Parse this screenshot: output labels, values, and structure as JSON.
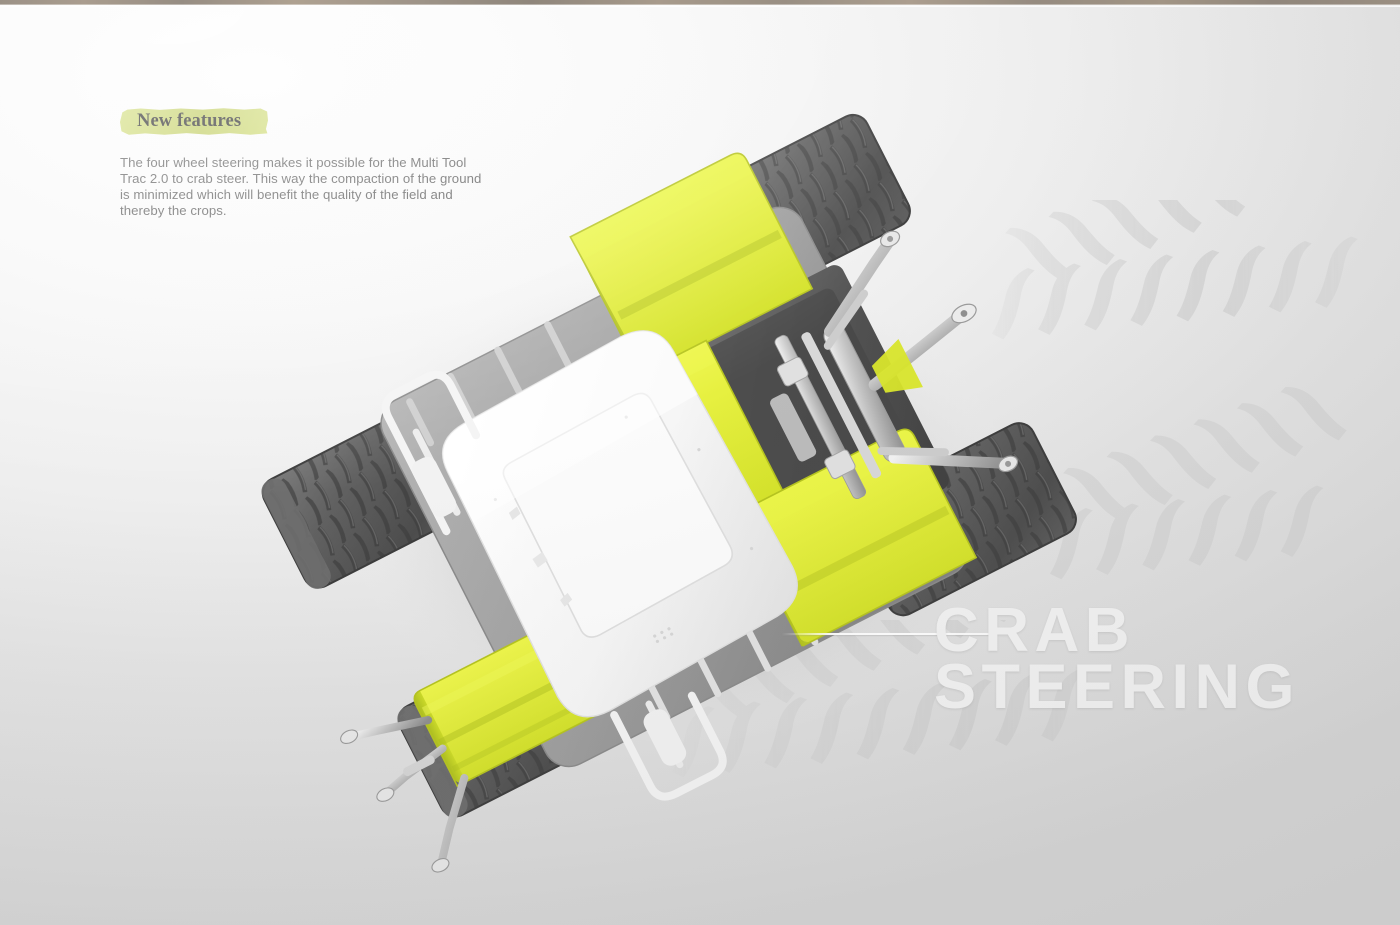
{
  "page": {
    "background_top_left": "#fdfdfd",
    "background_bottom_right": "#d6d6d6"
  },
  "callout": {
    "badge_label": "New features",
    "badge_highlight_color": "#c6d45a",
    "body_text": "The four wheel steering makes it possible for the Multi Tool Trac 2.0 to crab steer. This way the compaction of the ground is minimized which will benefit the quality of the field and thereby the crops.",
    "body_color": "#5d5d5d"
  },
  "headline": {
    "line1": "CRAB",
    "line2": "STEERING",
    "color": "#f2f2f2"
  },
  "product": {
    "name": "Multi Tool Trac 2.0",
    "view": "top-down render",
    "accent_color": "#d9e62b",
    "cabin_color": "#f4f4f4",
    "chassis_color": "#9a9a9a",
    "tire_color": "#5a5a5a",
    "parts": [
      "cabin-roof",
      "roof-hatch-panel",
      "front-left-fender",
      "rear-left-wheel",
      "front-right-fender",
      "mid-right-fender",
      "rear-right-fender",
      "three-point-hitch",
      "hydraulic-linkage-arms",
      "handrails"
    ]
  },
  "decor": {
    "tire_track_label": "tire-tread-chevron-marks",
    "track_color": "#cfcfcf",
    "rule_color": "#ffffff"
  }
}
